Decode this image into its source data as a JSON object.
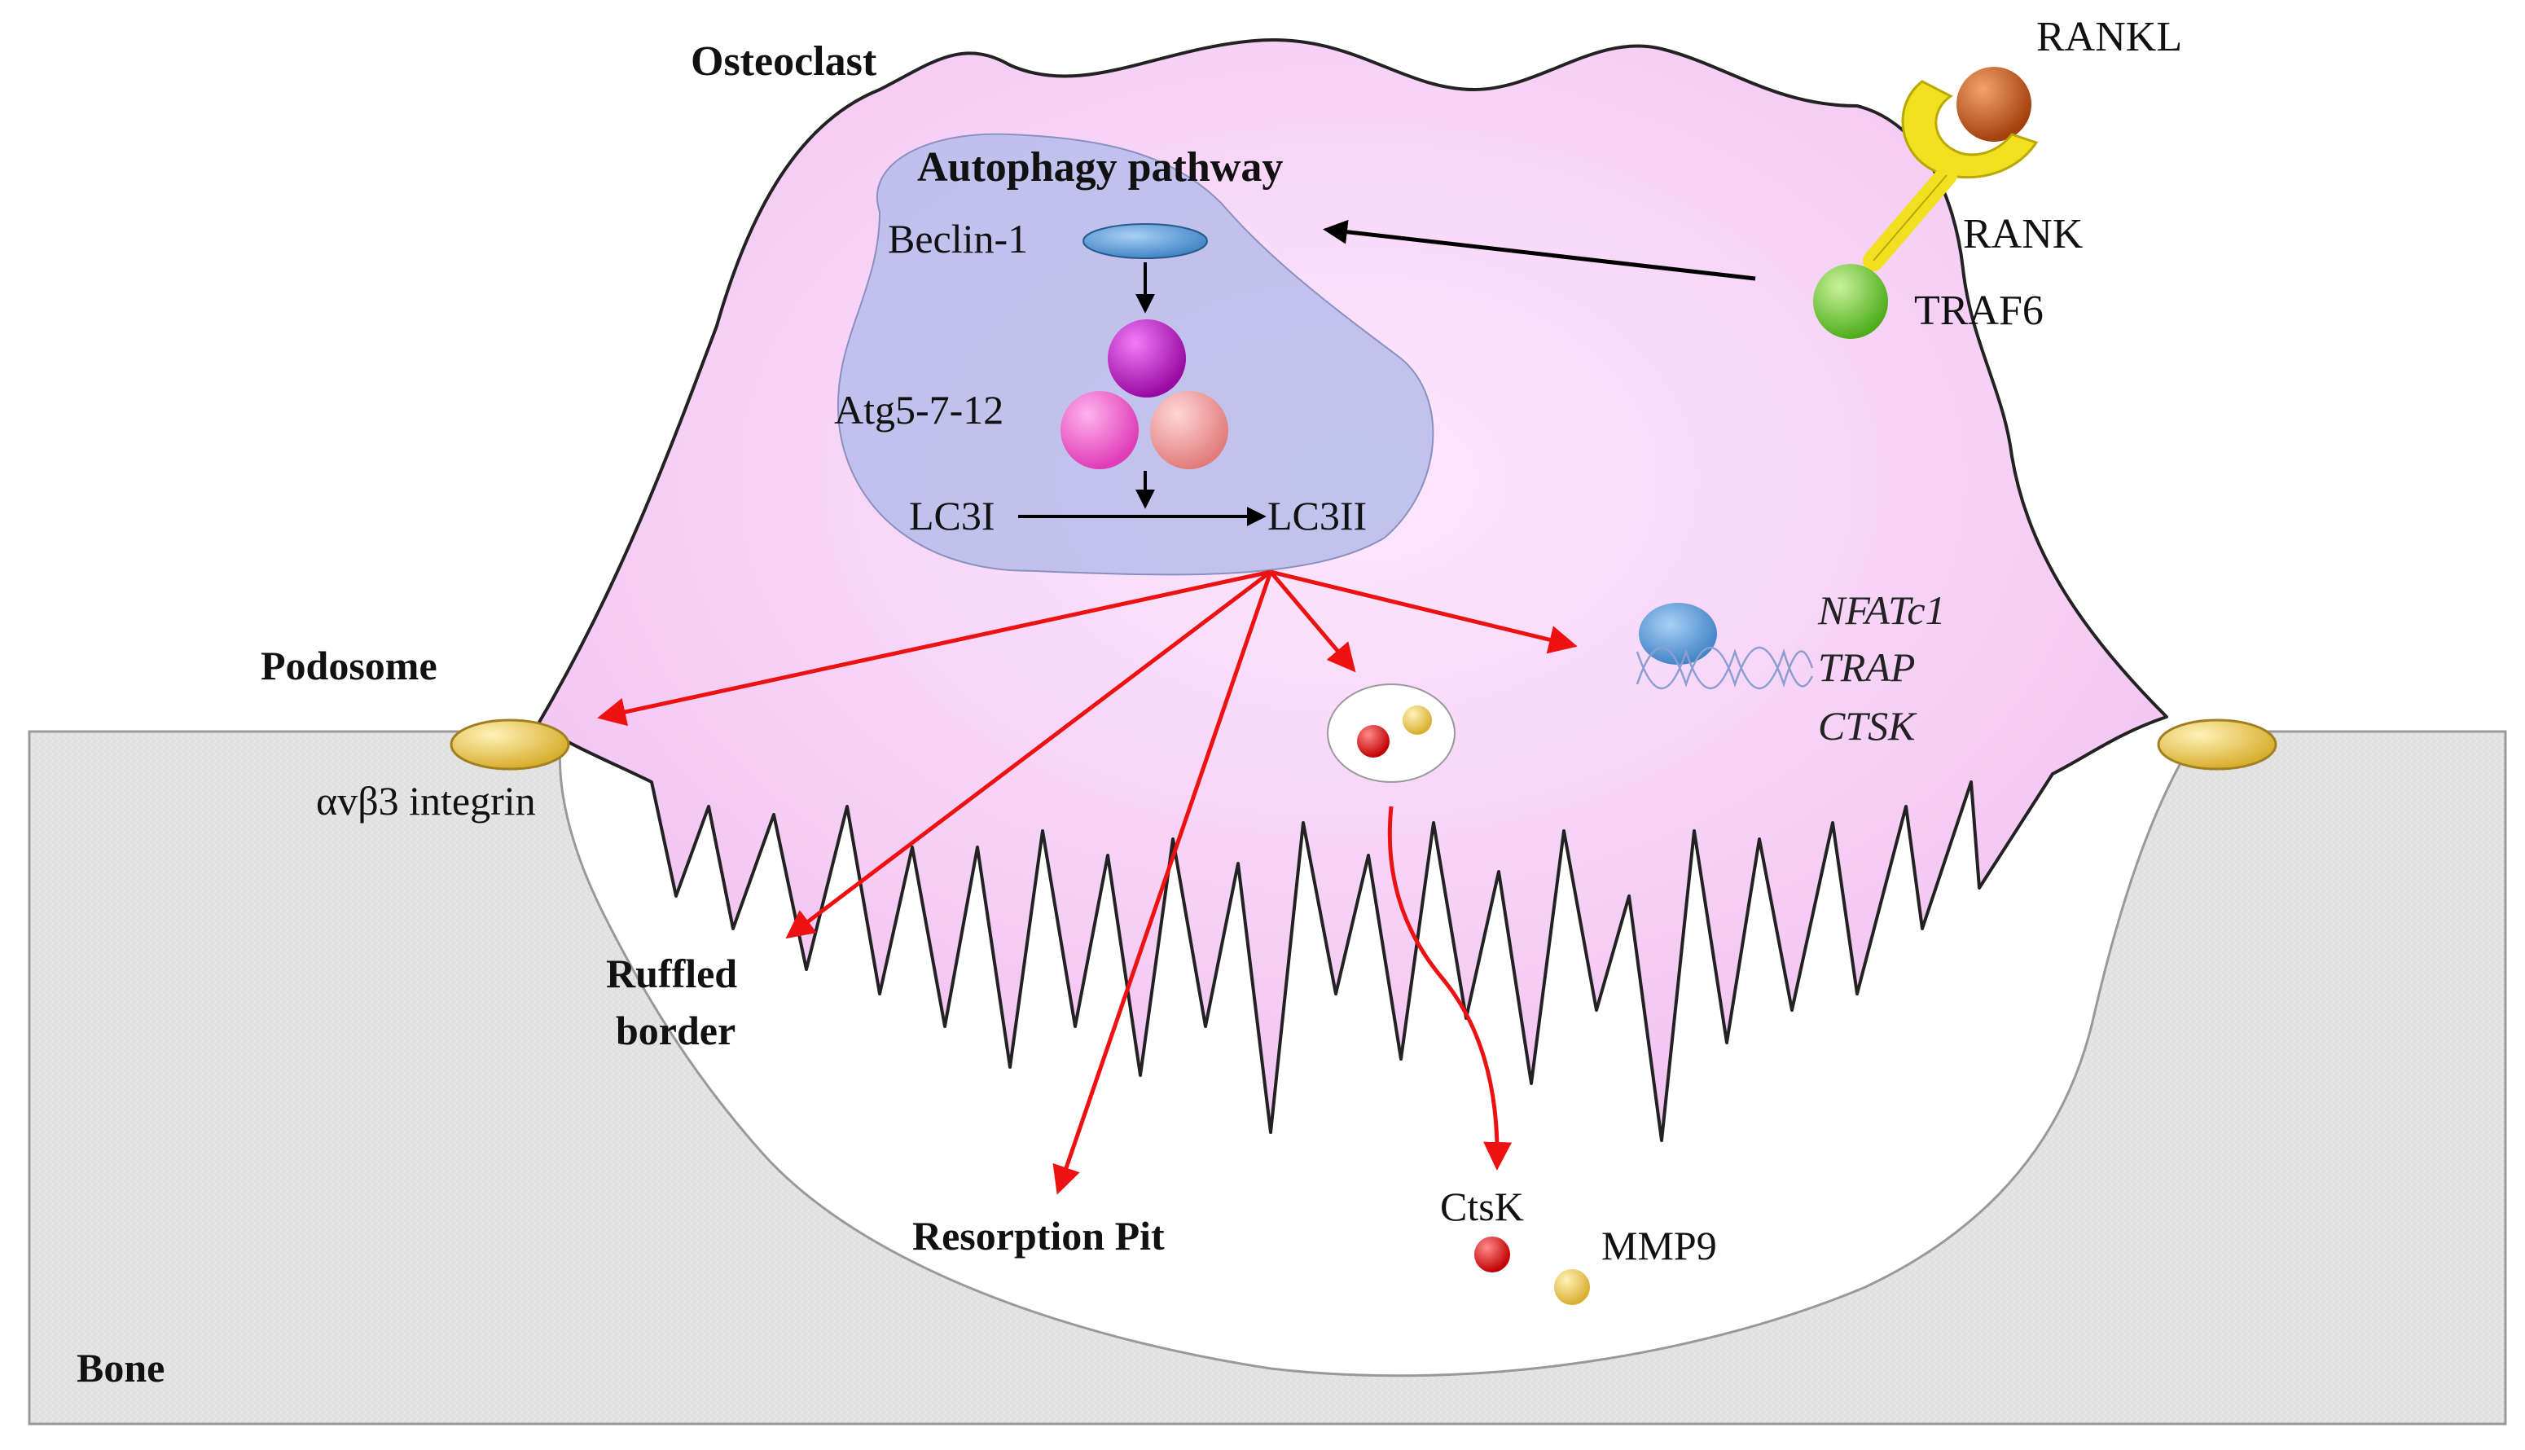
{
  "labels": {
    "osteoclast": "Osteoclast",
    "autophagy_pathway": "Autophagy pathway",
    "beclin1": "Beclin-1",
    "atg": "Atg5-7-12",
    "lc3i": "LC3I",
    "lc3ii": "LC3II",
    "rankl": "RANKL",
    "rank": "RANK",
    "traf6": "TRAF6",
    "podosome": "Podosome",
    "integrin": "αvβ3 integrin",
    "ruffled_line1": "Ruffled",
    "ruffled_line2": "border",
    "resorption_pit": "Resorption Pit",
    "ctsk": "CtsK",
    "mmp9": "MMP9",
    "bone": "Bone",
    "genes": [
      "NFATc1",
      "TRAP",
      "CTSK"
    ]
  },
  "colors": {
    "cell_fill": "#f7d3f6",
    "cell_stroke": "#222222",
    "autophagy_region": "#b6bdea",
    "bone_fill": "#e6e6e6",
    "arrow_red": "#ee1111",
    "arrow_black": "#000000",
    "beclin": "#5aa0d8",
    "atg_top": "#c012c8",
    "atg_left": "#ee55c8",
    "atg_right": "#f0a0a0",
    "rankl": "#c0551a",
    "rank": "#f0e020",
    "traf6": "#7ed040",
    "integrin": "#f2d060",
    "ctsk_dot": "#dd1111",
    "mmp9_dot": "#e8cc60",
    "nucleus_blob": "#4a8ed0"
  },
  "icons": [
    "beclin-ellipse",
    "atg-complex-spheres",
    "rankl-ball",
    "rank-receptor",
    "traf6-ball",
    "vesicle",
    "dna-helix"
  ]
}
